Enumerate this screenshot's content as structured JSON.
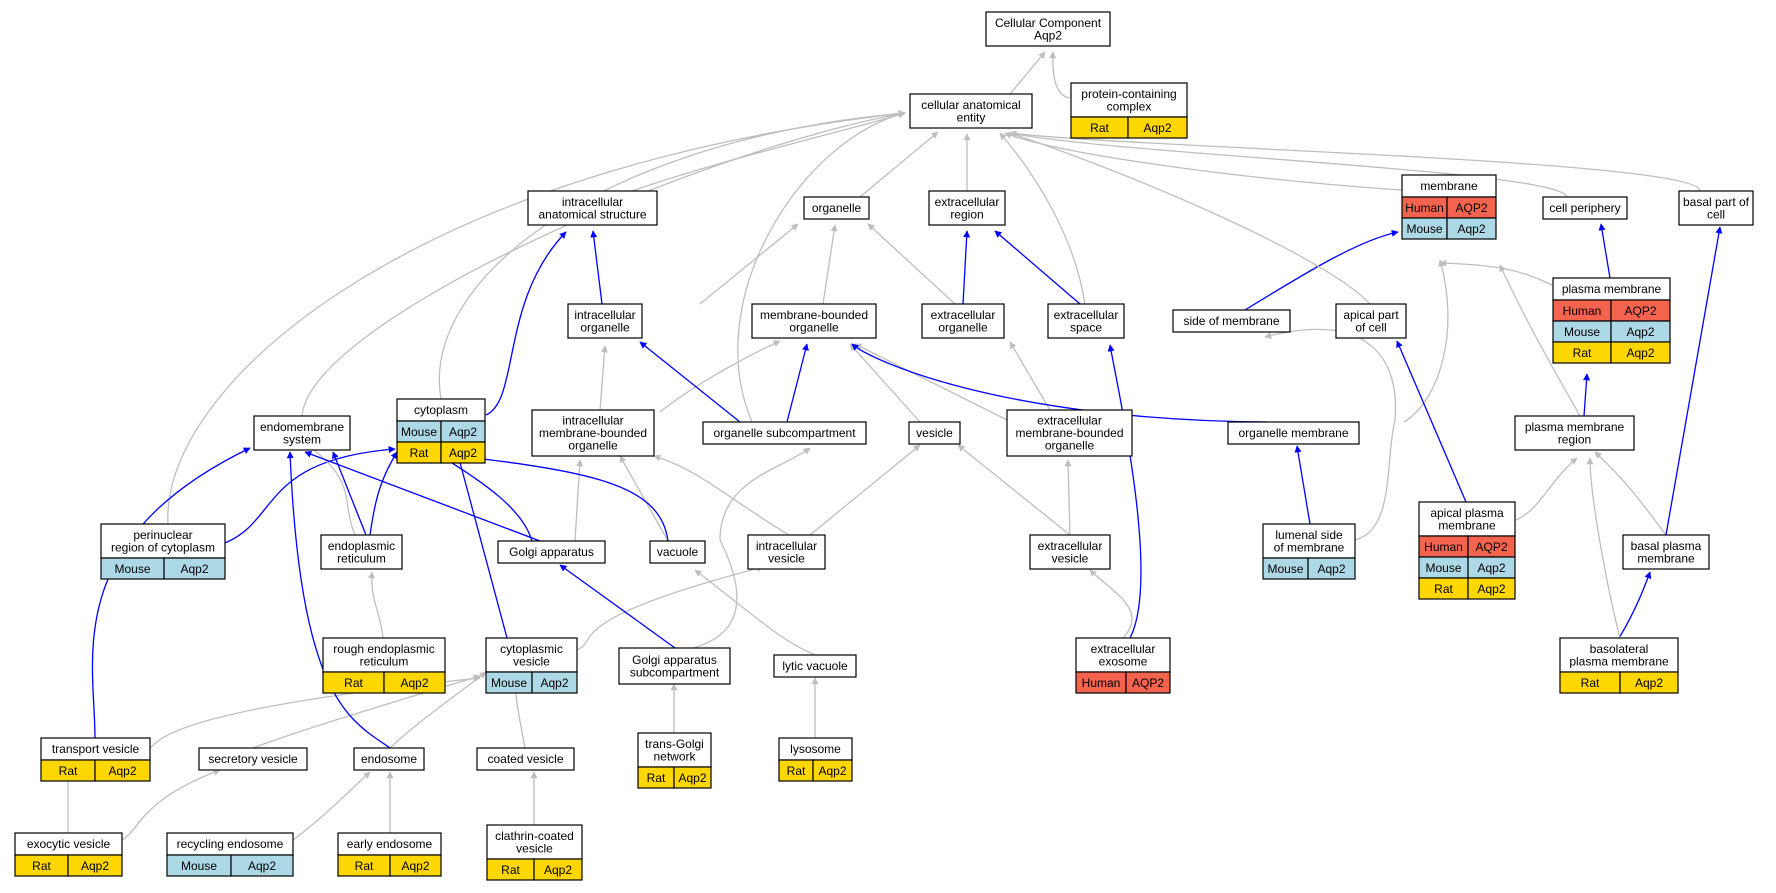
{
  "colors": {
    "Human": "#f4634e",
    "Mouse": "#add8e6",
    "Rat": "#ffd700",
    "edge_is_a": "#bebebe",
    "edge_part_of": "#0000ff"
  },
  "nodes": {
    "cc": {
      "lines": [
        "Cellular Component",
        "Aqp2"
      ],
      "annotations": []
    },
    "cae": {
      "lines": [
        "cellular anatomical",
        "entity"
      ],
      "annotations": []
    },
    "pcc": {
      "lines": [
        "protein-containing",
        "complex"
      ],
      "annotations": [
        [
          "Rat",
          "Aqp2"
        ]
      ]
    },
    "ias": {
      "lines": [
        "intracellular",
        "anatomical structure"
      ],
      "annotations": []
    },
    "org": {
      "lines": [
        "organelle"
      ],
      "annotations": []
    },
    "exr": {
      "lines": [
        "extracellular",
        "region"
      ],
      "annotations": []
    },
    "mem": {
      "lines": [
        "membrane"
      ],
      "annotations": [
        [
          "Human",
          "AQP2"
        ],
        [
          "Mouse",
          "Aqp2"
        ]
      ]
    },
    "cper": {
      "lines": [
        "cell periphery"
      ],
      "annotations": []
    },
    "bpc": {
      "lines": [
        "basal part of",
        "cell"
      ],
      "annotations": []
    },
    "io": {
      "lines": [
        "intracellular",
        "organelle"
      ],
      "annotations": []
    },
    "mbo": {
      "lines": [
        "membrane-bounded",
        "organelle"
      ],
      "annotations": []
    },
    "exo": {
      "lines": [
        "extracellular",
        "organelle"
      ],
      "annotations": []
    },
    "exs": {
      "lines": [
        "extracellular",
        "space"
      ],
      "annotations": []
    },
    "som": {
      "lines": [
        "side of membrane"
      ],
      "annotations": []
    },
    "apc": {
      "lines": [
        "apical part",
        "of cell"
      ],
      "annotations": []
    },
    "pm": {
      "lines": [
        "plasma membrane"
      ],
      "annotations": [
        [
          "Human",
          "AQP2"
        ],
        [
          "Mouse",
          "Aqp2"
        ],
        [
          "Rat",
          "Aqp2"
        ]
      ]
    },
    "ems": {
      "lines": [
        "endomembrane",
        "system"
      ],
      "annotations": []
    },
    "cyt": {
      "lines": [
        "cytoplasm"
      ],
      "annotations": [
        [
          "Mouse",
          "Aqp2"
        ],
        [
          "Rat",
          "Aqp2"
        ]
      ]
    },
    "imbo": {
      "lines": [
        "intracellular",
        "membrane-bounded",
        "organelle"
      ],
      "annotations": []
    },
    "osc": {
      "lines": [
        "organelle subcompartment"
      ],
      "annotations": []
    },
    "ves": {
      "lines": [
        "vesicle"
      ],
      "annotations": []
    },
    "embo": {
      "lines": [
        "extracellular",
        "membrane-bounded",
        "organelle"
      ],
      "annotations": []
    },
    "om": {
      "lines": [
        "organelle membrane"
      ],
      "annotations": []
    },
    "pmr": {
      "lines": [
        "plasma membrane",
        "region"
      ],
      "annotations": []
    },
    "prc": {
      "lines": [
        "perinuclear",
        "region of cytoplasm"
      ],
      "annotations": [
        [
          "Mouse",
          "Aqp2"
        ]
      ]
    },
    "er": {
      "lines": [
        "endoplasmic",
        "reticulum"
      ],
      "annotations": []
    },
    "golgi": {
      "lines": [
        "Golgi apparatus"
      ],
      "annotations": []
    },
    "vac": {
      "lines": [
        "vacuole"
      ],
      "annotations": []
    },
    "iv": {
      "lines": [
        "intracellular",
        "vesicle"
      ],
      "annotations": []
    },
    "ev": {
      "lines": [
        "extracellular",
        "vesicle"
      ],
      "annotations": []
    },
    "lsm": {
      "lines": [
        "lumenal side",
        "of membrane"
      ],
      "annotations": [
        [
          "Mouse",
          "Aqp2"
        ]
      ]
    },
    "apm": {
      "lines": [
        "apical plasma",
        "membrane"
      ],
      "annotations": [
        [
          "Human",
          "AQP2"
        ],
        [
          "Mouse",
          "Aqp2"
        ],
        [
          "Rat",
          "Aqp2"
        ]
      ]
    },
    "bpm": {
      "lines": [
        "basal plasma",
        "membrane"
      ],
      "annotations": []
    },
    "rer": {
      "lines": [
        "rough endoplasmic",
        "reticulum"
      ],
      "annotations": [
        [
          "Rat",
          "Aqp2"
        ]
      ]
    },
    "cv": {
      "lines": [
        "cytoplasmic",
        "vesicle"
      ],
      "annotations": [
        [
          "Mouse",
          "Aqp2"
        ]
      ]
    },
    "gas": {
      "lines": [
        "Golgi apparatus",
        "subcompartment"
      ],
      "annotations": []
    },
    "lv": {
      "lines": [
        "lytic vacuole"
      ],
      "annotations": []
    },
    "exex": {
      "lines": [
        "extracellular",
        "exosome"
      ],
      "annotations": [
        [
          "Human",
          "AQP2"
        ]
      ]
    },
    "blpm": {
      "lines": [
        "basolateral",
        "plasma membrane"
      ],
      "annotations": [
        [
          "Rat",
          "Aqp2"
        ]
      ]
    },
    "tv": {
      "lines": [
        "transport vesicle"
      ],
      "annotations": [
        [
          "Rat",
          "Aqp2"
        ]
      ]
    },
    "sv": {
      "lines": [
        "secretory vesicle"
      ],
      "annotations": []
    },
    "endo": {
      "lines": [
        "endosome"
      ],
      "annotations": []
    },
    "coat": {
      "lines": [
        "coated vesicle"
      ],
      "annotations": []
    },
    "tgn": {
      "lines": [
        "trans-Golgi",
        "network"
      ],
      "annotations": [
        [
          "Rat",
          "Aqp2"
        ]
      ]
    },
    "lys": {
      "lines": [
        "lysosome"
      ],
      "annotations": [
        [
          "Rat",
          "Aqp2"
        ]
      ]
    },
    "exv": {
      "lines": [
        "exocytic vesicle"
      ],
      "annotations": [
        [
          "Rat",
          "Aqp2"
        ]
      ]
    },
    "re": {
      "lines": [
        "recycling endosome"
      ],
      "annotations": [
        [
          "Mouse",
          "Aqp2"
        ]
      ]
    },
    "ee": {
      "lines": [
        "early endosome"
      ],
      "annotations": [
        [
          "Rat",
          "Aqp2"
        ]
      ]
    },
    "ccv": {
      "lines": [
        "clathrin-coated",
        "vesicle"
      ],
      "annotations": [
        [
          "Rat",
          "Aqp2"
        ]
      ]
    }
  }
}
